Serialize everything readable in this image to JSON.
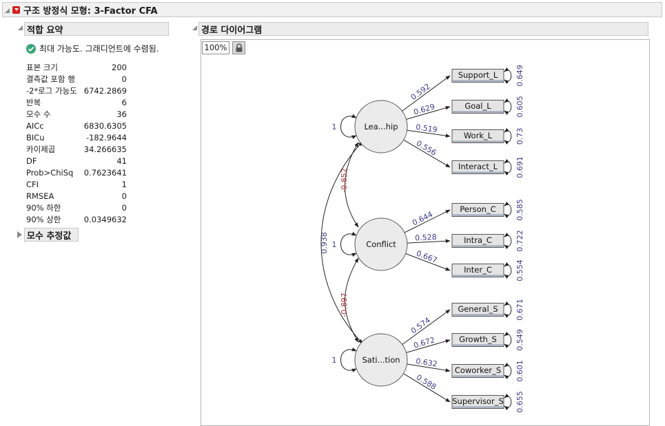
{
  "title": "구조 방정식 모형: 3-Factor CFA",
  "fit_summary": {
    "header": "적합 요약",
    "convergence": "최대 가능도. 그래디언트에 수렴됨.",
    "rows": [
      {
        "label": "표본 크기",
        "value": "200"
      },
      {
        "label": "결측값 포함 행",
        "value": "0"
      },
      {
        "label": "-2*로그 가능도",
        "value": "6742.2869"
      },
      {
        "label": "반복",
        "value": "6"
      },
      {
        "label": "모수 수",
        "value": "36"
      },
      {
        "label": "AICc",
        "value": "6830.6305"
      },
      {
        "label": "BICu",
        "value": "-182.9644"
      },
      {
        "label": "카이제곱",
        "value": "34.266635"
      },
      {
        "label": "DF",
        "value": "41"
      },
      {
        "label": "Prob>ChiSq",
        "value": "0.7623641"
      },
      {
        "label": "CFI",
        "value": "1"
      },
      {
        "label": "RMSEA",
        "value": "0"
      },
      {
        "label": "90% 하한",
        "value": "0"
      },
      {
        "label": "90% 상한",
        "value": "0.0349632"
      }
    ]
  },
  "param_estimates": {
    "header": "모수 추정값"
  },
  "path_diagram": {
    "header": "경로 다이어그램",
    "zoom": "100%",
    "latents": [
      {
        "label": "Lea...hip",
        "variance": "1"
      },
      {
        "label": "Conflict",
        "variance": "1"
      },
      {
        "label": "Sati...tion",
        "variance": "1"
      }
    ],
    "indicators": [
      {
        "label": "Support_L",
        "loading": "0.592",
        "residual": "0.649"
      },
      {
        "label": "Goal_L",
        "loading": "0.629",
        "residual": "0.605"
      },
      {
        "label": "Work_L",
        "loading": "0.519",
        "residual": "0.73"
      },
      {
        "label": "Interact_L",
        "loading": "0.556",
        "residual": "0.691"
      },
      {
        "label": "Person_C",
        "loading": "0.644",
        "residual": "0.585"
      },
      {
        "label": "Intra_C",
        "loading": "0.528",
        "residual": "0.722"
      },
      {
        "label": "Inter_C",
        "loading": "0.667",
        "residual": "0.554"
      },
      {
        "label": "General_S",
        "loading": "0.574",
        "residual": "0.671"
      },
      {
        "label": "Growth_S",
        "loading": "0.672",
        "residual": "0.549"
      },
      {
        "label": "Coworker_S",
        "loading": "0.632",
        "residual": "0.601"
      },
      {
        "label": "Supervisor_S",
        "loading": "0.588",
        "residual": "0.655"
      }
    ],
    "covariances": [
      {
        "value": "-0.852"
      },
      {
        "value": "-0.897"
      },
      {
        "value": "0.938"
      }
    ],
    "colors": {
      "loading": "#3c3c8c",
      "negative_cov": "#b03030",
      "positive_cov": "#3c3c8c",
      "latent_fill": "#ebebeb",
      "indicator_fill": "#e4e4e4"
    }
  }
}
